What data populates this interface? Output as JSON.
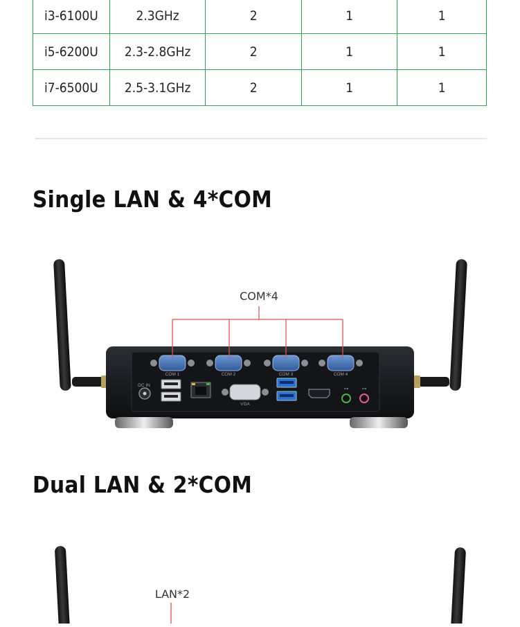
{
  "spec_table": {
    "rows": [
      [
        "i3-6100U",
        "2.3GHz",
        "2",
        "1",
        "1"
      ],
      [
        "i5-6200U",
        "2.3-2.8GHz",
        "2",
        "1",
        "1"
      ],
      [
        "i7-6500U",
        "2.5-3.1GHz",
        "2",
        "1",
        "1"
      ]
    ]
  },
  "section1": {
    "title": "Single LAN & 4*COM",
    "callout": "COM*4",
    "ports": {
      "com1": "COM 1",
      "com2": "COM 2",
      "com3": "COM 3",
      "com4": "COM 4",
      "dc_in": "DC IN",
      "vga": "VGA"
    }
  },
  "section2": {
    "title": "Dual LAN & 2*COM",
    "callout": "LAN*2"
  },
  "colors": {
    "table_border": "#2fa35a",
    "callout_line": "#d9534f",
    "device_body": "#1c1e22",
    "com_port": "#3f6fb5"
  }
}
